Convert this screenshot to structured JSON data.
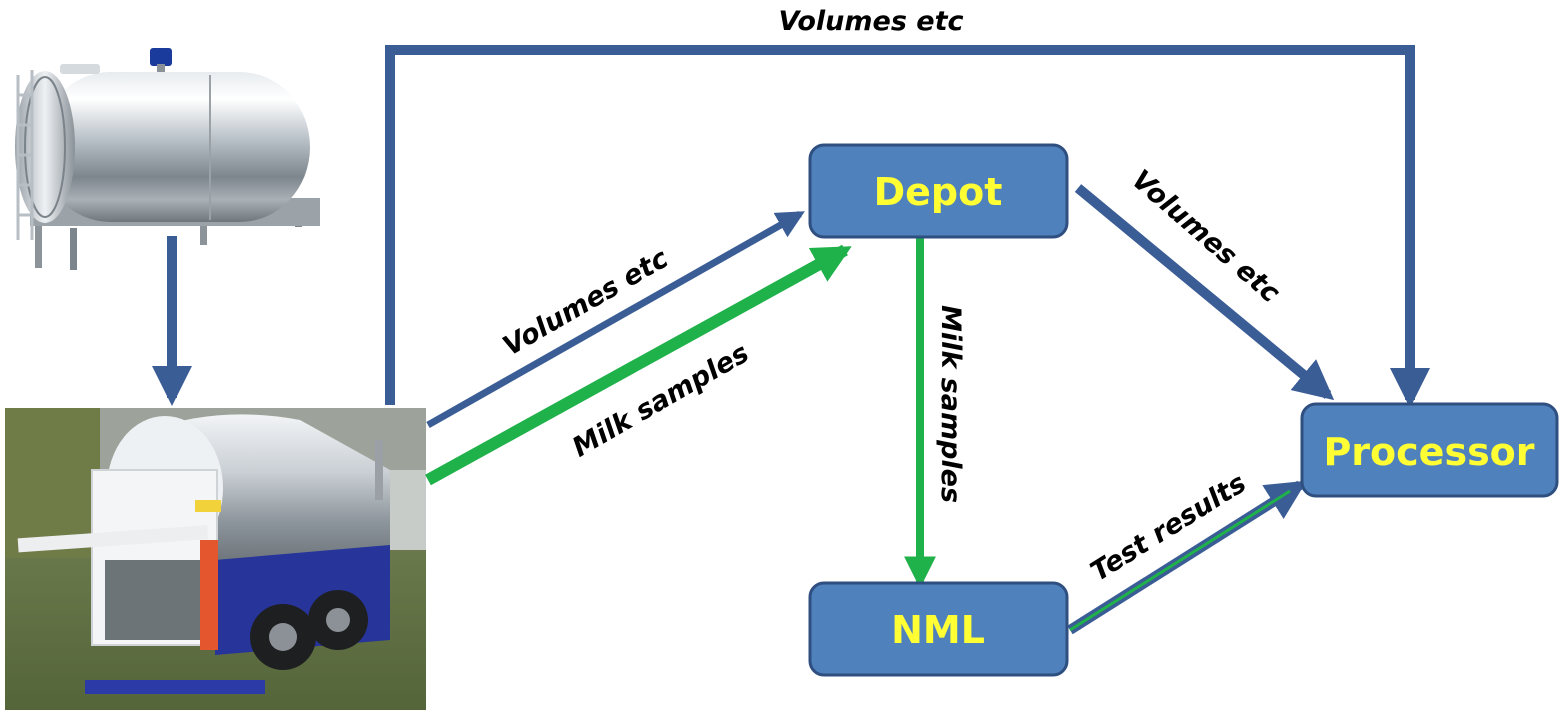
{
  "colors": {
    "node_fill": "#4f81bd",
    "node_stroke": "#2f4f80",
    "node_text": "#ffff33",
    "info_flow": "#3b5d96",
    "sample_flow": "#1fb14a",
    "label": "#000000"
  },
  "nodes": {
    "depot": {
      "label": "Depot"
    },
    "processor": {
      "label": "Processor"
    },
    "nml": {
      "label": "NML"
    }
  },
  "images": {
    "tank": {
      "icon": "milk-tank-icon"
    },
    "tanker": {
      "icon": "milk-tanker-truck-icon"
    }
  },
  "edges": {
    "tanker_to_processor": {
      "label": "Volumes etc"
    },
    "tanker_to_depot_volumes": {
      "label": "Volumes etc"
    },
    "tanker_to_depot_samples": {
      "label": "Milk samples"
    },
    "depot_to_processor": {
      "label": "Volumes etc"
    },
    "depot_to_nml": {
      "label": "Milk samples"
    },
    "nml_to_processor": {
      "label": "Test results"
    }
  }
}
